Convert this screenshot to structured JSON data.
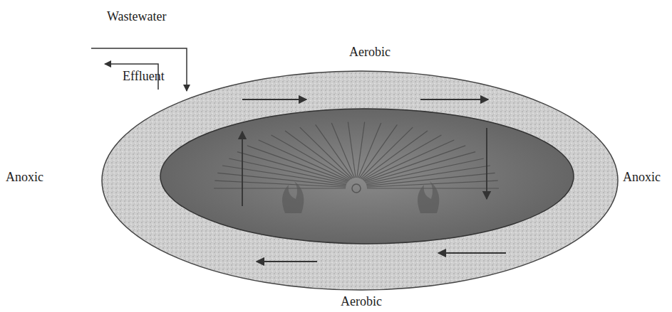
{
  "diagram": {
    "labels": [
      "Wastewater",
      "Effluent",
      "Aerobic",
      "Anoxic",
      "Anoxic",
      "Aerobic"
    ]
  }
}
